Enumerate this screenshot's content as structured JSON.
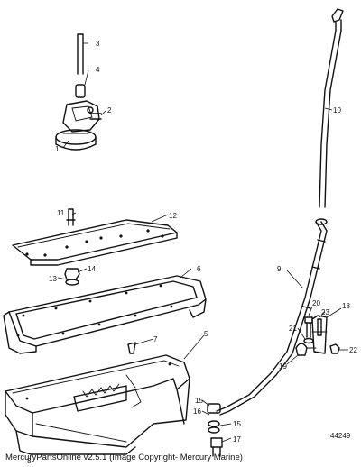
{
  "callouts": [
    {
      "n": "1"
    },
    {
      "n": "2"
    },
    {
      "n": "3"
    },
    {
      "n": "4"
    },
    {
      "n": "5"
    },
    {
      "n": "6"
    },
    {
      "n": "7"
    },
    {
      "n": "8"
    },
    {
      "n": "9"
    },
    {
      "n": "10"
    },
    {
      "n": "11"
    },
    {
      "n": "12"
    },
    {
      "n": "13"
    },
    {
      "n": "14"
    },
    {
      "n": "15"
    },
    {
      "n": "15"
    },
    {
      "n": "16"
    },
    {
      "n": "17"
    },
    {
      "n": "18"
    },
    {
      "n": "19"
    },
    {
      "n": "20"
    },
    {
      "n": "21"
    },
    {
      "n": "22"
    },
    {
      "n": "23"
    }
  ],
  "drawing_number": "44249",
  "footer": "MercuryPartsOnline v2.5.1 (Image Copyright- Mercury Marine)"
}
